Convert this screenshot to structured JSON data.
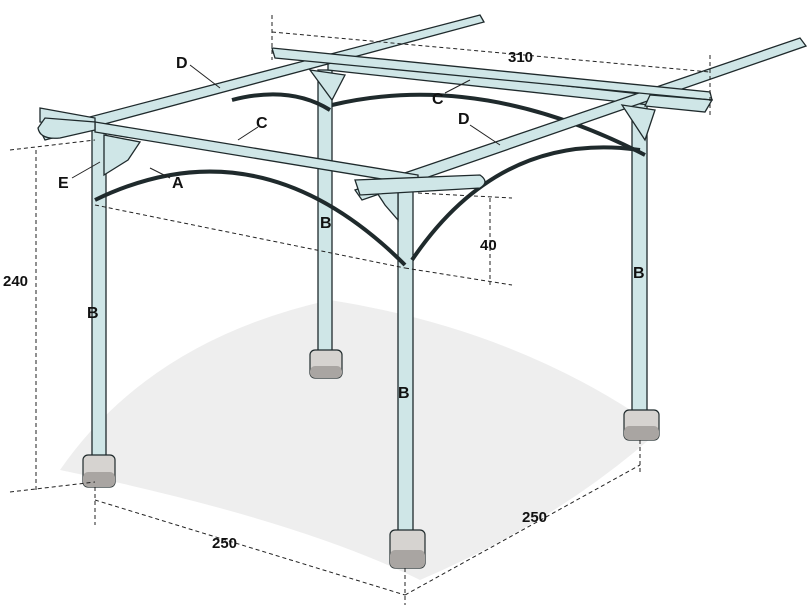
{
  "colors": {
    "wood_fill": "#cfe6e7",
    "wood_stroke": "#1f2a2c",
    "footing_fill": "#d6d3d0",
    "footing_shade": "#a9a5a2",
    "ground_shadow": "#eeeeee",
    "dim_line": "#222222"
  },
  "part_labels": {
    "A": "A",
    "B": "B",
    "C": "C",
    "D": "D",
    "E": "E"
  },
  "dimensions": {
    "width_310": "310",
    "height_240": "240",
    "depth_250_left": "250",
    "depth_250_right": "250",
    "arch_40": "40"
  }
}
